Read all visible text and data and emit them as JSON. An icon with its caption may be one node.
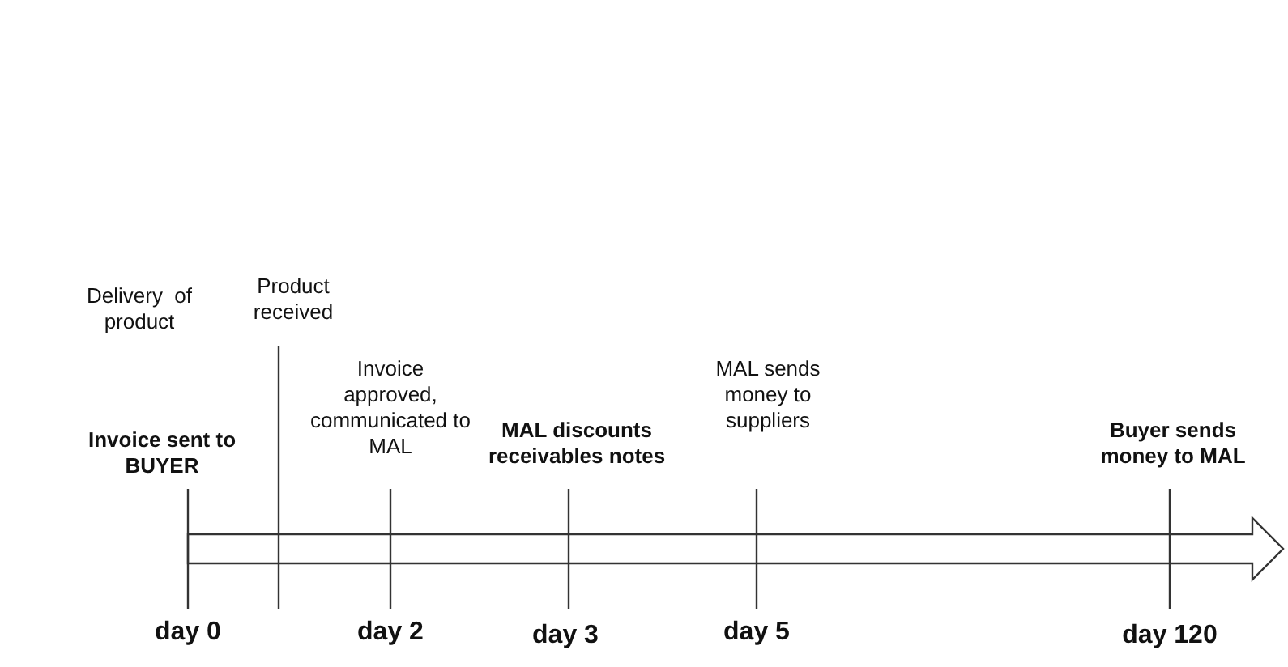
{
  "diagram": {
    "labels": [
      "Delivery  of product",
      "Product received",
      "Invoice sent to BUYER",
      "Invoice approved, communicated to MAL",
      "MAL discounts receivables notes",
      "MAL sends money to suppliers",
      "Buyer sends money to MAL",
      "day 0",
      "day 2",
      "day 3",
      "day 5",
      "day 120"
    ]
  }
}
